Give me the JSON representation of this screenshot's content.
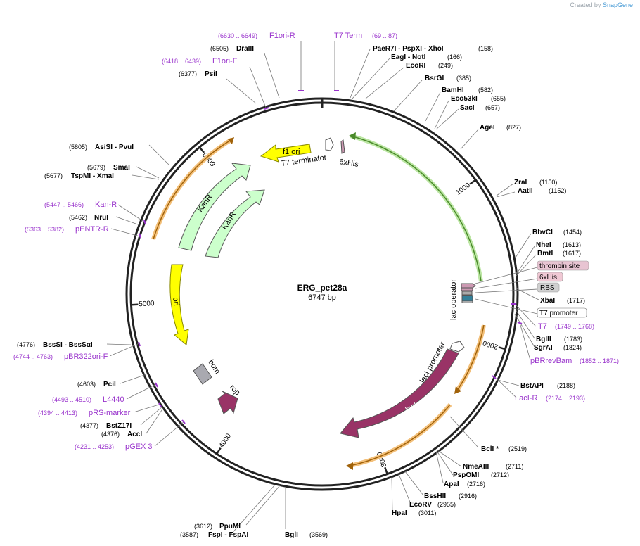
{
  "header": {
    "created_by": "Created by",
    "brand": "SnapGene"
  },
  "plasmid": {
    "name": "ERG_pet28a",
    "length_label": "6747 bp",
    "total_bp": 6747
  },
  "colors": {
    "backbone": "#222222",
    "primer": "#9933cc",
    "site_text": "#000000",
    "pos_text": "#333333"
  },
  "ticks": [
    {
      "bp": 1000,
      "label": "1000"
    },
    {
      "bp": 2000,
      "label": "2000"
    },
    {
      "bp": 3000,
      "label": "3000"
    },
    {
      "bp": 4000,
      "label": "4000"
    },
    {
      "bp": 5000,
      "label": "5000"
    },
    {
      "bp": 6000,
      "label": "6000"
    }
  ],
  "features": [
    {
      "id": "f1ori",
      "label": "f1 ori",
      "color": "#ffff00",
      "stroke": "#888800"
    },
    {
      "id": "t7term",
      "label": "T7 terminator",
      "color": "#ffffff",
      "stroke": "#555555"
    },
    {
      "id": "his_top",
      "label": "6xHis",
      "color": "#cc99b2",
      "stroke": "#555555"
    },
    {
      "id": "kanr_outer",
      "label": "KanR",
      "color": "#ccffcc",
      "stroke": "#555555"
    },
    {
      "id": "kanr_inner",
      "label": "KanR",
      "color": "#ccffcc",
      "stroke": "#555555"
    },
    {
      "id": "ori",
      "label": "ori",
      "color": "#ffff00",
      "stroke": "#888800"
    },
    {
      "id": "bom",
      "label": "bom",
      "color": "#a9a9b0",
      "stroke": "#555555"
    },
    {
      "id": "rop",
      "label": "rop",
      "color": "#993366",
      "stroke": "#555555"
    },
    {
      "id": "laci_promoter",
      "label": "lacI promoter",
      "color": "#ffffff",
      "stroke": "#555555"
    },
    {
      "id": "laci",
      "label": "lacI",
      "color": "#993366",
      "stroke": "#555555"
    },
    {
      "id": "lac_operator",
      "label": "lac operator",
      "color": "#ffffff",
      "stroke": "#555555"
    }
  ],
  "labels": [
    {
      "id": "l1",
      "pos": "(6630 .. 6649)",
      "name": "F1ori-R",
      "primer": true
    },
    {
      "id": "l2",
      "pos": "",
      "name": "T7 Term",
      "name2": "(69 .. 87)",
      "primer": true
    },
    {
      "id": "l3",
      "pos": "(6505)",
      "name": "DraIII"
    },
    {
      "id": "l4",
      "pos": "(6418 .. 6439)",
      "name": "F1ori-F",
      "primer": true
    },
    {
      "id": "l5",
      "pos": "(6377)",
      "name": "PsiI"
    },
    {
      "id": "l6",
      "name": "PaeR7I  - PspXI  - XhoI",
      "pos": "(158)"
    },
    {
      "id": "l7",
      "name": "EagI  - NotI",
      "pos": "(166)"
    },
    {
      "id": "l8",
      "name": "EcoRI",
      "pos": "(249)"
    },
    {
      "id": "l9",
      "name": "BsrGI",
      "pos": "(385)"
    },
    {
      "id": "l10",
      "name": "BamHI",
      "pos": "(582)"
    },
    {
      "id": "l11",
      "name": "Eco53kI",
      "pos": "(655)"
    },
    {
      "id": "l12",
      "name": "SacI",
      "pos": "(657)"
    },
    {
      "id": "l13",
      "name": "AgeI",
      "pos": "(827)"
    },
    {
      "id": "l14",
      "name": "ZraI",
      "pos": "(1150)"
    },
    {
      "id": "l15",
      "name": "AatII",
      "pos": "(1152)"
    },
    {
      "id": "l16",
      "name": "BbvCI",
      "pos": "(1454)"
    },
    {
      "id": "l17",
      "name": "NheI",
      "pos": "(1613)"
    },
    {
      "id": "l18",
      "name": "BmtI",
      "pos": "(1617)"
    },
    {
      "id": "l19",
      "name": "thrombin site",
      "pos": "",
      "box": "#e8c4d2"
    },
    {
      "id": "l20",
      "name": "6xHis",
      "pos": "",
      "box": "#f0c8d4"
    },
    {
      "id": "l21",
      "name": "RBS",
      "pos": "",
      "box": "#d0d0d0"
    },
    {
      "id": "l22",
      "name": "XbaI",
      "pos": "(1717)"
    },
    {
      "id": "l23",
      "name": "T7 promoter",
      "pos": "",
      "box": "#ffffff"
    },
    {
      "id": "l24",
      "name": "T7",
      "pos": "(1749 .. 1768)",
      "primer": true
    },
    {
      "id": "l25",
      "name": "BglII",
      "pos": "(1783)"
    },
    {
      "id": "l26",
      "name": "SgrAI",
      "pos": "(1824)"
    },
    {
      "id": "l27",
      "name": "pBRrevBam",
      "pos": "(1852 .. 1871)",
      "primer": true
    },
    {
      "id": "l28",
      "name": "BstAPI",
      "pos": "(2188)"
    },
    {
      "id": "l29",
      "name": "LacI-R",
      "pos": "(2174 .. 2193)",
      "primer": true
    },
    {
      "id": "l30",
      "name": "BclI *",
      "pos": "(2519)"
    },
    {
      "id": "l31",
      "name": "NmeAIII",
      "pos": "(2711)"
    },
    {
      "id": "l32",
      "name": "PspOMI",
      "pos": "(2712)"
    },
    {
      "id": "l33",
      "name": "ApaI",
      "pos": "(2716)"
    },
    {
      "id": "l34",
      "name": "BssHII",
      "pos": "(2916)"
    },
    {
      "id": "l35",
      "name": "EcoRV",
      "pos": "(2955)"
    },
    {
      "id": "l36",
      "name": "HpaI",
      "pos": "(3011)"
    },
    {
      "id": "l37",
      "pos": "(3612)",
      "name": "PpuMI"
    },
    {
      "id": "l38",
      "pos": "(3587)",
      "name": "FspI  - FspAI"
    },
    {
      "id": "l39",
      "name": "BglI",
      "pos": "(3569)"
    },
    {
      "id": "l40",
      "pos": "(5805)",
      "name": "AsiSI  - PvuI"
    },
    {
      "id": "l41",
      "pos": "(5679)",
      "name": "SmaI"
    },
    {
      "id": "l42",
      "pos": "(5677)",
      "name": "TspMI  - XmaI"
    },
    {
      "id": "l43",
      "pos": "(5447 .. 5466)",
      "name": "Kan-R",
      "primer": true
    },
    {
      "id": "l44",
      "pos": "(5462)",
      "name": "NruI"
    },
    {
      "id": "l45",
      "pos": "(5363 .. 5382)",
      "name": "pENTR-R",
      "primer": true
    },
    {
      "id": "l46",
      "pos": "(4776)",
      "name": "BssSI  - BssSαI"
    },
    {
      "id": "l47",
      "pos": "(4744 .. 4763)",
      "name": "pBR322ori-F",
      "primer": true
    },
    {
      "id": "l48",
      "pos": "(4603)",
      "name": "PciI"
    },
    {
      "id": "l49",
      "pos": "(4493 .. 4510)",
      "name": "L4440",
      "primer": true
    },
    {
      "id": "l50",
      "pos": "(4394 .. 4413)",
      "name": "pRS-marker",
      "primer": true
    },
    {
      "id": "l51",
      "pos": "(4377)",
      "name": "BstZ17I"
    },
    {
      "id": "l52",
      "pos": "(4376)",
      "name": "AccI"
    },
    {
      "id": "l53",
      "pos": "(4231 .. 4253)",
      "name": "pGEX 3'",
      "primer": true
    }
  ]
}
